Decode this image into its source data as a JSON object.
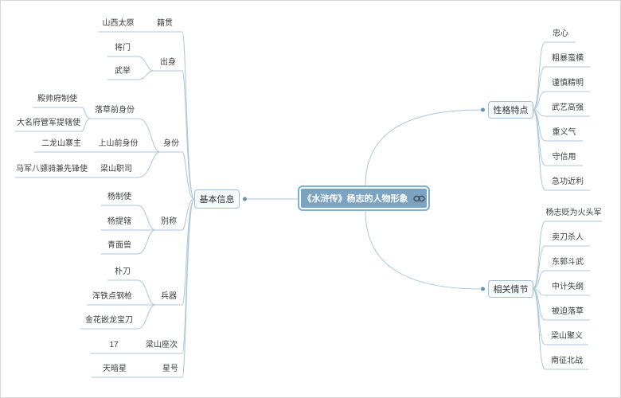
{
  "central": {
    "label": "《水浒传》杨志的人物形象",
    "link_icon": "link-icon"
  },
  "left": {
    "node_label": "基本信息",
    "branches": [
      {
        "label": "籍贯",
        "children": [
          {
            "label": "山西太原"
          }
        ]
      },
      {
        "label": "出身",
        "children": [
          {
            "label": "将门"
          },
          {
            "label": "武举"
          }
        ]
      },
      {
        "label": "身份",
        "children": [
          {
            "label": "落草前身份",
            "children": [
              {
                "label": "殿帅府制使"
              },
              {
                "label": "大名府管军提辖使"
              }
            ]
          },
          {
            "label": "上山前身份",
            "children": [
              {
                "label": "二龙山寨主"
              }
            ]
          },
          {
            "label": "梁山职司",
            "children": [
              {
                "label": "马军八骠骑兼先锋使"
              }
            ]
          }
        ]
      },
      {
        "label": "别称",
        "children": [
          {
            "label": "杨制使"
          },
          {
            "label": "杨提辖"
          },
          {
            "label": "青面兽"
          }
        ]
      },
      {
        "label": "兵器",
        "children": [
          {
            "label": "朴刀"
          },
          {
            "label": "浑铁点钢枪"
          },
          {
            "label": "金花嵌龙宝刀"
          }
        ]
      },
      {
        "label": "梁山座次",
        "children": [
          {
            "label": "17"
          }
        ]
      },
      {
        "label": "星号",
        "children": [
          {
            "label": "天暗星"
          }
        ]
      }
    ]
  },
  "right": {
    "branches": [
      {
        "label": "性格特点",
        "children": [
          {
            "label": "忠心"
          },
          {
            "label": "粗暴蛮横"
          },
          {
            "label": "谨慎精明"
          },
          {
            "label": "武艺高强"
          },
          {
            "label": "重义气"
          },
          {
            "label": "守信用"
          },
          {
            "label": "急功近利"
          }
        ]
      },
      {
        "label": "相关情节",
        "children": [
          {
            "label": "杨志贬为火头军"
          },
          {
            "label": "卖刀杀人"
          },
          {
            "label": "东郭斗武"
          },
          {
            "label": "中计失纲"
          },
          {
            "label": "被迫落草"
          },
          {
            "label": "梁山聚义"
          },
          {
            "label": "南征北战"
          }
        ]
      }
    ]
  },
  "colors": {
    "central_bg": "#7ba4c2",
    "central_border": "#79b1da",
    "central_text": "#ffffff",
    "node_bg": "#f7fafc",
    "node_border": "#a2c0d9",
    "line": "#a9c7dd",
    "dot": "#6490b2",
    "text": "#3c4043",
    "link_icon": "#4a4a4a",
    "canvas_border": "#d6d6d6"
  }
}
